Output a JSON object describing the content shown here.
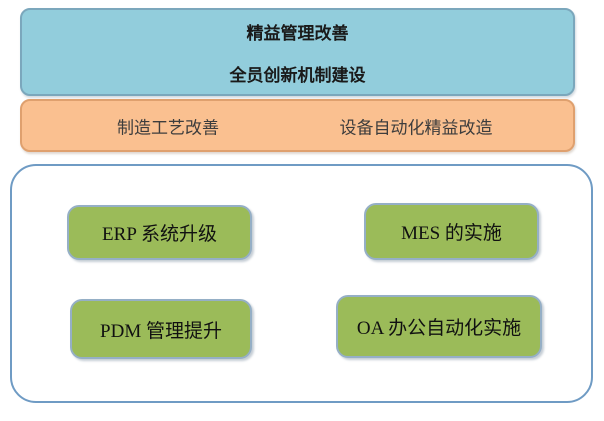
{
  "diagram": {
    "top_box": {
      "line1": "精益管理改善",
      "line2": "全员创新机制建设"
    },
    "middle_box": {
      "left_label": "制造工艺改善",
      "right_label": "设备自动化精益改造"
    },
    "bottom_container": {
      "boxes": [
        {
          "label": "ERP 系统升级"
        },
        {
          "label": "MES 的实施"
        },
        {
          "label": "PDM 管理提升"
        },
        {
          "label": "OA 办公自动化实施"
        }
      ]
    },
    "colors": {
      "top_box_fill": "#92CDDC",
      "top_box_border": "#7BA7BC",
      "middle_box_fill": "#FAC090",
      "middle_box_border": "#DFA06E",
      "green_box_fill": "#9BBB59",
      "green_box_border": "#95AFC6",
      "container_border": "#6F9BC4",
      "background": "#FFFFFF"
    }
  }
}
